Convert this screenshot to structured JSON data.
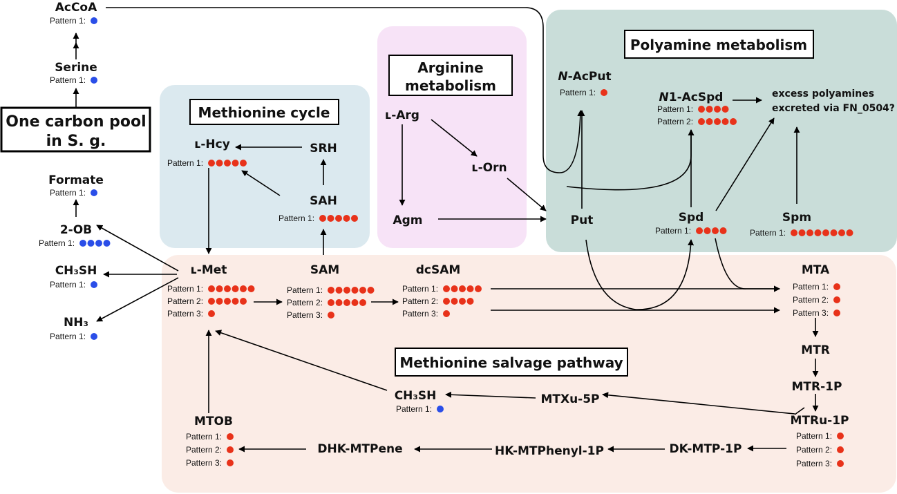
{
  "colors": {
    "red": "#e8321a",
    "blue": "#2a4ee8",
    "methionine_bg": "#dbe9ef",
    "arginine_bg": "#f7e3f7",
    "polyamine_bg": "#c9ddd9",
    "salvage_bg": "#fbece6"
  },
  "sections": {
    "methionine_cycle": "Methionine cycle",
    "arginine": [
      "Arginine",
      "metabolism"
    ],
    "polyamine": "Polyamine metabolism",
    "salvage": "Methionine salvage pathway",
    "one_carbon": [
      "One carbon pool",
      "in S. g."
    ]
  },
  "metabolites": {
    "accoa": "AcCoA",
    "serine": "Serine",
    "formate": "Formate",
    "ob": "2-OB",
    "ch3sh_left": "CH₃SH",
    "nh3": "NH₃",
    "hcy": "ʟ-Hcy",
    "srh": "SRH",
    "sah": "SAH",
    "met": "ʟ-Met",
    "sam": "SAM",
    "dcsam": "dcSAM",
    "arg": "ʟ-Arg",
    "orn": "ʟ-Orn",
    "agm": "Agm",
    "acput_n": "N",
    "acput_rest": "-AcPut",
    "acspd_n": "N",
    "acspd_rest": "1-AcSpd",
    "put": "Put",
    "spd": "Spd",
    "spm": "Spm",
    "mta": "MTA",
    "mtr": "MTR",
    "mtr1p": "MTR-1P",
    "mtru1p": "MTRu-1P",
    "mtxu5p": "MTXu-5P",
    "ch3sh_mid": "CH₃SH",
    "dkmtp": "DK-MTP-1P",
    "hkmtp": "HK-MTPhenyl-1P",
    "dhk": "DHK-MTPene",
    "mtob": "MTOB"
  },
  "excess_note": [
    "excess polyamines",
    "excreted via FN_0504?"
  ],
  "pattern_labels": {
    "p1": "Pattern 1:",
    "p2": "Pattern 2:",
    "p3": "Pattern 3:"
  },
  "patterns": {
    "accoa": [
      {
        "label": "p1",
        "n": 1,
        "color": "blue"
      }
    ],
    "serine": [
      {
        "label": "p1",
        "n": 1,
        "color": "blue"
      }
    ],
    "formate": [
      {
        "label": "p1",
        "n": 1,
        "color": "blue"
      }
    ],
    "ob": [
      {
        "label": "p1",
        "n": 4,
        "color": "blue"
      }
    ],
    "ch3sh_left": [
      {
        "label": "p1",
        "n": 1,
        "color": "blue"
      }
    ],
    "nh3": [
      {
        "label": "p1",
        "n": 1,
        "color": "blue"
      }
    ],
    "hcy": [
      {
        "label": "p1",
        "n": 5,
        "color": "red"
      }
    ],
    "sah": [
      {
        "label": "p1",
        "n": 5,
        "color": "red"
      }
    ],
    "met": [
      {
        "label": "p1",
        "n": 6,
        "color": "red"
      },
      {
        "label": "p2",
        "n": 5,
        "color": "red"
      },
      {
        "label": "p3",
        "n": 1,
        "color": "red"
      }
    ],
    "sam": [
      {
        "label": "p1",
        "n": 6,
        "color": "red"
      },
      {
        "label": "p2",
        "n": 5,
        "color": "red"
      },
      {
        "label": "p3",
        "n": 1,
        "color": "red"
      }
    ],
    "dcsam": [
      {
        "label": "p1",
        "n": 5,
        "color": "red"
      },
      {
        "label": "p2",
        "n": 4,
        "color": "red"
      },
      {
        "label": "p3",
        "n": 1,
        "color": "red"
      }
    ],
    "acput": [
      {
        "label": "p1",
        "n": 1,
        "color": "red"
      }
    ],
    "acspd": [
      {
        "label": "p1",
        "n": 4,
        "color": "red"
      },
      {
        "label": "p2",
        "n": 5,
        "color": "red"
      }
    ],
    "spd": [
      {
        "label": "p1",
        "n": 4,
        "color": "red"
      }
    ],
    "spm": [
      {
        "label": "p1",
        "n": 8,
        "color": "red"
      }
    ],
    "mta": [
      {
        "label": "p1",
        "n": 1,
        "color": "red"
      },
      {
        "label": "p2",
        "n": 1,
        "color": "red"
      },
      {
        "label": "p3",
        "n": 1,
        "color": "red"
      }
    ],
    "mtru1p": [
      {
        "label": "p1",
        "n": 1,
        "color": "red"
      },
      {
        "label": "p2",
        "n": 1,
        "color": "red"
      },
      {
        "label": "p3",
        "n": 1,
        "color": "red"
      }
    ],
    "ch3sh_mid": [
      {
        "label": "p1",
        "n": 1,
        "color": "blue"
      }
    ],
    "mtob": [
      {
        "label": "p1",
        "n": 1,
        "color": "red"
      },
      {
        "label": "p2",
        "n": 1,
        "color": "red"
      },
      {
        "label": "p3",
        "n": 1,
        "color": "red"
      }
    ]
  }
}
